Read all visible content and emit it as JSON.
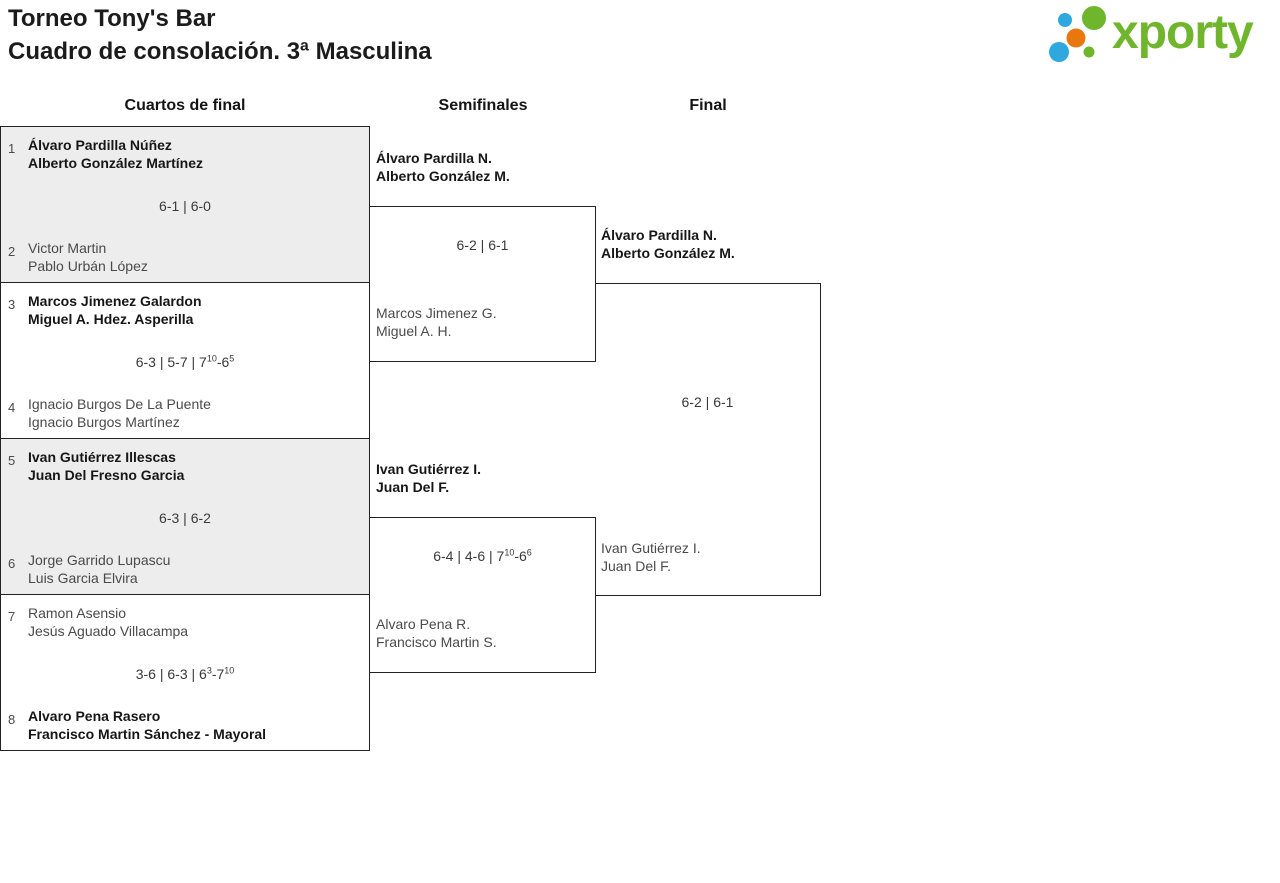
{
  "header": {
    "title_line1": "Torneo Tony's Bar",
    "title_line2": "Cuadro de consolación. 3ª Masculina"
  },
  "logo": {
    "text": "xporty",
    "colors": {
      "green": "#6fb62c",
      "blue": "#2fa8e0",
      "orange": "#e8770e"
    }
  },
  "round_headers": [
    "Cuartos de final",
    "Semifinales",
    "Final"
  ],
  "matches": {
    "quarterfinals": [
      {
        "top": {
          "seed": "1",
          "players": [
            "Álvaro Pardilla Núñez",
            "Alberto González Martínez"
          ],
          "winner": true
        },
        "bottom": {
          "seed": "2",
          "players": [
            "Victor Martin",
            "Pablo Urbán López"
          ],
          "winner": false
        },
        "score": [
          {
            "a": "6",
            "b": "1"
          },
          {
            "a": "6",
            "b": "0"
          }
        ]
      },
      {
        "top": {
          "seed": "3",
          "players": [
            "Marcos Jimenez Galardon",
            "Miguel A. Hdez. Asperilla"
          ],
          "winner": true
        },
        "bottom": {
          "seed": "4",
          "players": [
            "Ignacio Burgos De La Puente",
            "Ignacio Burgos Martínez"
          ],
          "winner": false
        },
        "score": [
          {
            "a": "6",
            "b": "3"
          },
          {
            "a": "5",
            "b": "7"
          },
          {
            "a": "7",
            "a_sup": "10",
            "b": "6",
            "b_sup": "5"
          }
        ]
      },
      {
        "top": {
          "seed": "5",
          "players": [
            "Ivan Gutiérrez Illescas",
            "Juan Del Fresno Garcia"
          ],
          "winner": true
        },
        "bottom": {
          "seed": "6",
          "players": [
            "Jorge Garrido Lupascu",
            "Luis Garcia Elvira"
          ],
          "winner": false
        },
        "score": [
          {
            "a": "6",
            "b": "3"
          },
          {
            "a": "6",
            "b": "2"
          }
        ]
      },
      {
        "top": {
          "seed": "7",
          "players": [
            "Ramon Asensio",
            "Jesús Aguado Villacampa"
          ],
          "winner": false
        },
        "bottom": {
          "seed": "8",
          "players": [
            "Alvaro Pena Rasero",
            "Francisco Martin Sánchez - Mayoral"
          ],
          "winner": true
        },
        "score": [
          {
            "a": "3",
            "b": "6"
          },
          {
            "a": "6",
            "b": "3"
          },
          {
            "a": "6",
            "a_sup": "3",
            "b": "7",
            "b_sup": "10"
          }
        ]
      }
    ],
    "semifinals": [
      {
        "top": {
          "players": [
            "Álvaro Pardilla N.",
            "Alberto González M."
          ],
          "winner": true
        },
        "bottom": {
          "players": [
            "Marcos Jimenez G.",
            "Miguel A. H."
          ],
          "winner": false
        },
        "score": [
          {
            "a": "6",
            "b": "2"
          },
          {
            "a": "6",
            "b": "1"
          }
        ]
      },
      {
        "top": {
          "players": [
            "Ivan Gutiérrez I.",
            "Juan Del F."
          ],
          "winner": true
        },
        "bottom": {
          "players": [
            "Alvaro Pena R.",
            "Francisco Martin S."
          ],
          "winner": false
        },
        "score": [
          {
            "a": "6",
            "b": "4"
          },
          {
            "a": "4",
            "b": "6"
          },
          {
            "a": "7",
            "a_sup": "10",
            "b": "6",
            "b_sup": "6"
          }
        ]
      }
    ],
    "final": {
      "top": {
        "players": [
          "Álvaro Pardilla N.",
          "Alberto González M."
        ],
        "winner": true
      },
      "bottom": {
        "players": [
          "Ivan Gutiérrez I.",
          "Juan Del F."
        ],
        "winner": false
      },
      "score": [
        {
          "a": "6",
          "b": "2"
        },
        {
          "a": "6",
          "b": "1"
        }
      ]
    }
  }
}
